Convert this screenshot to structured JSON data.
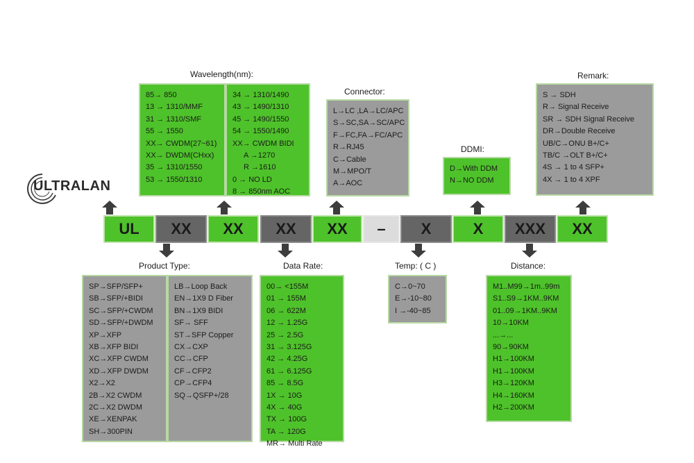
{
  "logo": {
    "text": "ULTRALAN"
  },
  "titles": {
    "wavelength": "Wavelength(nm):",
    "connector": "Connector:",
    "ddmi": "DDMI:",
    "remark": "Remark:",
    "product_type": "Product Type:",
    "data_rate": "Data Rate:",
    "temp": "Temp:  ( C )",
    "distance": "Distance:"
  },
  "codes": [
    "UL",
    "XX",
    "XX",
    "XX",
    "XX",
    "–",
    "X",
    "X",
    "XXX",
    "XX"
  ],
  "wavelength_left": [
    "85→ 850",
    "13 → 1310/MMF",
    "31 → 1310/SMF",
    "55 → 1550",
    "XX→ CWDM(27~61)",
    "XX→ DWDM(CHxx)",
    "35 → 1310/1550",
    "53 → 1550/1310"
  ],
  "wavelength_right": [
    "34 → 1310/1490",
    "43 → 1490/1310",
    "45 → 1490/1550",
    "54 → 1550/1490",
    "XX→ CWDM BIDI",
    "A →1270",
    "R →1610",
    "0  → NO LD",
    "8  → 850nm AOC"
  ],
  "connector": [
    "L→LC ,LA→LC/APC",
    "S→SC,SA→SC/APC",
    "F→FC,FA→FC/APC",
    "R→RJ45",
    "C→Cable",
    "M→MPO/T",
    "A→AOC"
  ],
  "ddmi": [
    "D→With DDM",
    "N→NO DDM"
  ],
  "remark": [
    "S → SDH",
    "R→ Signal Receive",
    "SR → SDH Signal Receive",
    "DR→Double Receive",
    "UB/C→ONU B+/C+",
    "TB/C →OLT B+/C+",
    "4S →  1 to 4 SFP+",
    "4X →  1 to 4 XPF"
  ],
  "product_left": [
    "SP→SFP/SFP+",
    "SB→SFP/+BIDI",
    "SC→SFP/+CWDM",
    "SD→SFP/+DWDM",
    "XP→XFP",
    "XB→XFP BIDI",
    "XC→XFP CWDM",
    "XD→XFP DWDM",
    "X2→X2",
    "2B→X2 CWDM",
    "2C→X2 DWDM",
    "XE→XENPAK",
    "SH→300PIN"
  ],
  "product_right": [
    "LB→Loop Back",
    "EN→1X9 D Fiber",
    "BN→1X9 BIDI",
    "SF→ SFF",
    "ST→SFP Copper",
    "CX→CXP",
    "CC→CFP",
    "CF→CFP2",
    "CP→CFP4",
    "SQ→QSFP+/28"
  ],
  "data_rate": [
    "00→ <155M",
    "01  → 155M",
    "06 → 622M",
    "12  → 1.25G",
    "25 → 2.5G",
    "31  → 3.125G",
    "42 → 4.25G",
    "61  → 6.125G",
    "85 → 8.5G",
    "1X  → 10G",
    "4X → 40G",
    "TX → 100G",
    "TA → 120G",
    "MR→ Multi Rate"
  ],
  "temp": [
    "C→0~70",
    "E→-10~80",
    "I  →-40~85"
  ],
  "distance": [
    "M1..M99→1m..99m",
    "S1..S9→1KM..9KM",
    "01..09→1KM..9KM",
    "10→10KM",
    "...→...",
    "90→90KM",
    "H1→100KM",
    "H1→100KM",
    "H3→120KM",
    "H4→160KM",
    "H2→200KM"
  ],
  "colors": {
    "green": "#4ec22a",
    "gray": "#9b9b9b",
    "dark_gray": "#656565",
    "arrow": "#3d3d3d"
  }
}
